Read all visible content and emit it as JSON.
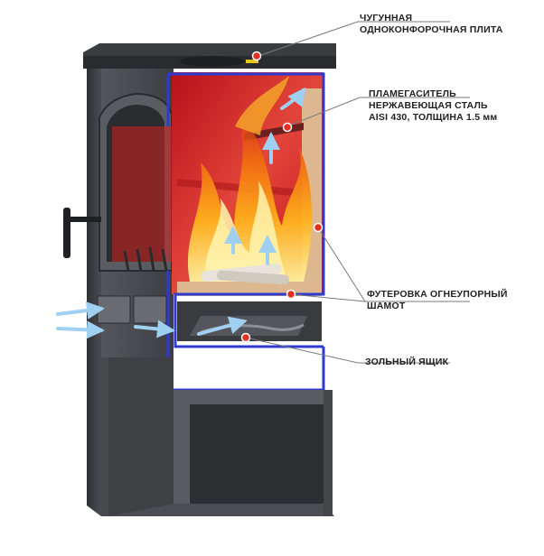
{
  "colors": {
    "stove_body": "#4a4b4f",
    "stove_dark": "#2c2d31",
    "firebox_red": "#c4121a",
    "firebox_glow": "#e85a2a",
    "section_outline": "#2f3ad0",
    "chamotte": "#d9b48f",
    "marker": "#e53020",
    "air_flow": "#9fd0f2",
    "leader_line": "#7a7a7a"
  },
  "callouts": [
    {
      "id": "hob",
      "lines": [
        "ЧУГУННАЯ",
        "ОДНОКОНФОРОЧНАЯ ПЛИТА"
      ]
    },
    {
      "id": "baffle",
      "lines": [
        "ПЛАМЕГАСИТЕЛЬ",
        "НЕРЖАВЕЮЩАЯ СТАЛЬ",
        "AISI 430, ТОЛЩИНА 1.5 мм"
      ]
    },
    {
      "id": "lining",
      "lines": [
        "ФУТЕРОВКА ОГНЕУПОРНЫЙ",
        "ШАМОТ"
      ]
    },
    {
      "id": "ashbox",
      "lines": [
        "ЗОЛЬНЫЙ ЯЩИК"
      ]
    }
  ]
}
